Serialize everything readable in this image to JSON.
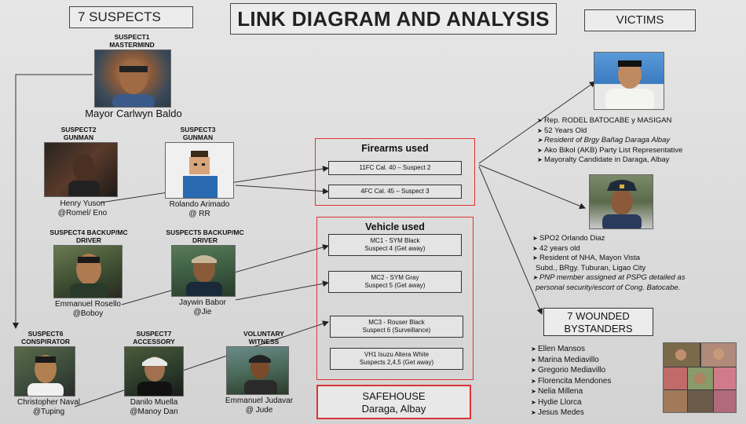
{
  "header": {
    "title": "LINK DIAGRAM AND ANALYSIS",
    "suspects_label": "7 SUSPECTS",
    "victims_label": "VICTIMS"
  },
  "suspects": [
    {
      "label": "SUSPECT1\nMASTERMIND",
      "name": "Mayor Carlwyn Baldo",
      "alias": ""
    },
    {
      "label": "SUSPECT2\nGUNMAN",
      "name": "Henry  Yuson",
      "alias": "@Romel/ Eno"
    },
    {
      "label": "SUSPECT3\nGUNMAN",
      "name": "Rolando Arimado",
      "alias": "@ RR"
    },
    {
      "label": "SUSPECT4 BACKUP/MC\nDRIVER",
      "name": "Emmanuel Rosello",
      "alias": "@Boboy"
    },
    {
      "label": "SUSPECT5 BACKUP/MC\nDRIVER",
      "name": "Jaywin Babor",
      "alias": "@Jie"
    },
    {
      "label": "SUSPECT6\nCONSPIRATOR",
      "name": "Christopher Naval",
      "alias": "@Tuping"
    },
    {
      "label": "SUSPECT7\nACCESSORY",
      "name": "Danilo Muella",
      "alias": "@Manoy Dan"
    },
    {
      "label": "VOLUNTARY\nWITNESS",
      "name": "Emmanuel Judavar",
      "alias": "@ Jude"
    }
  ],
  "firearms": {
    "title": "Firearms used",
    "items": [
      "11FC Cal. 40 – Suspect 2",
      "4FC Cal. 45 – Suspect 3"
    ]
  },
  "vehicles": {
    "title": "Vehicle used",
    "items": [
      [
        "MC1 - SYM Black",
        "Suspect 4 (Get away)"
      ],
      [
        "MC2 - SYM Gray",
        "Suspect 5 (Get away)"
      ],
      [
        "MC3 - Rouser Black",
        "Suspect 6 (Surveillance)"
      ],
      [
        "VH1 Isuzu Altera White",
        "Suspects 2,4,5 (Get away)"
      ]
    ]
  },
  "safehouse": {
    "line1": "SAFEHOUSE",
    "line2": "Daraga, Albay"
  },
  "victim1": {
    "lines": [
      "Rep. RODEL BATOCABE y MASIGAN",
      "52 Years Old",
      "Resident of Brgy Bañag Daraga Albay",
      "Ako Bikol (AKB) Party List Representative",
      "Mayoralty Candidate in Daraga, Albay"
    ]
  },
  "victim2": {
    "lines": [
      "SPO2 Orlando Diaz",
      "42 years old",
      "Resident of NHA, Mayon    Vista",
      "Subd., BRgy. Tuburan,  Ligao City",
      "PNP member assigned at PSPG detailed as",
      "personal security/escort of      Cong. Batocabe."
    ]
  },
  "wounded": {
    "title_line1": "7 WOUNDED",
    "title_line2": "BYSTANDERS",
    "names": [
      "Ellen Mansos",
      "Marina Mediavillo",
      "Gregorio Mediavillo",
      "Florencita Mendones",
      "Nelia Millena",
      "Hydie Llorca",
      "Jesus Medes"
    ]
  }
}
